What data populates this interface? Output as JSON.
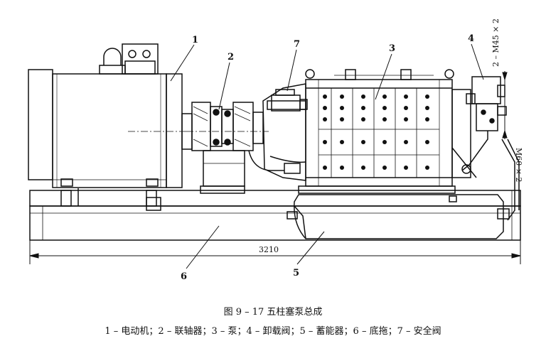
{
  "figure": {
    "caption_title": "图 9 – 17   五柱塞泵总成",
    "caption_legend": "1 – 电动机；2 – 联轴器；3 – 泵；4 – 卸载阀；5 – 蓄能器；6 – 底拖；7 – 安全阀",
    "labels": {
      "l1": "1",
      "l2": "2",
      "l3": "3",
      "l4": "4",
      "l5": "5",
      "l6": "6",
      "l7": "7"
    },
    "dimensions": {
      "length": "3210",
      "bolt_top": "2 – M45 × 2",
      "bolt_side": "M60 × 2"
    }
  }
}
